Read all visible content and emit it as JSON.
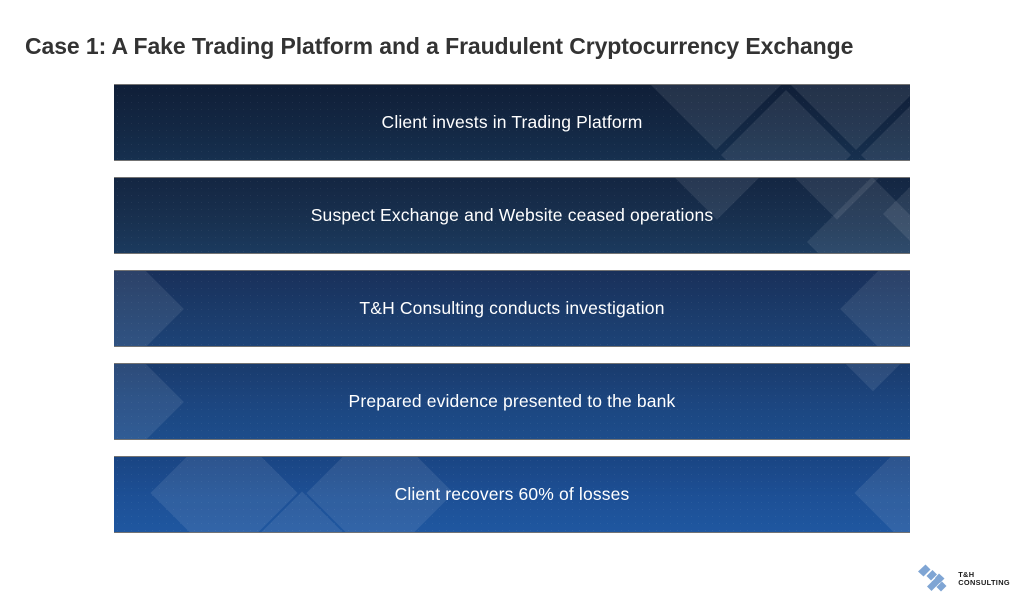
{
  "slide": {
    "title": "Case 1: A Fake Trading Platform and a Fraudulent Cryptocurrency Exchange",
    "background_color": "#ffffff",
    "title_color": "#333333"
  },
  "steps": [
    {
      "index": 1,
      "label": "Client invests in Trading Platform",
      "fill_top": "#11203a",
      "fill_bottom": "#152d4f",
      "text_color": "#ffffff"
    },
    {
      "index": 2,
      "label": "Suspect Exchange and Website ceased operations",
      "fill_top": "#162b4c",
      "fill_bottom": "#1b3а5e",
      "text_color": "#ffffff"
    },
    {
      "index": 3,
      "label": "T&H Consulting conducts investigation",
      "fill_top": "#1a3461",
      "fill_bottom": "#1d4377",
      "text_color": "#ffffff"
    },
    {
      "index": 4,
      "label": "Prepared evidence presented to the bank",
      "fill_top": "#1a3f75",
      "fill_bottom": "#1d4d8b",
      "text_color": "#ffffff"
    },
    {
      "index": 5,
      "label": "Client recovers 60% of losses",
      "fill_top": "#1a4887",
      "fill_bottom": "#1f57a0",
      "text_color": "#ffffff"
    }
  ],
  "logo": {
    "line1": "T&H",
    "line2": "CONSULTING",
    "mark_color": "#7fa5d4",
    "text_color": "#1a1a1a"
  }
}
